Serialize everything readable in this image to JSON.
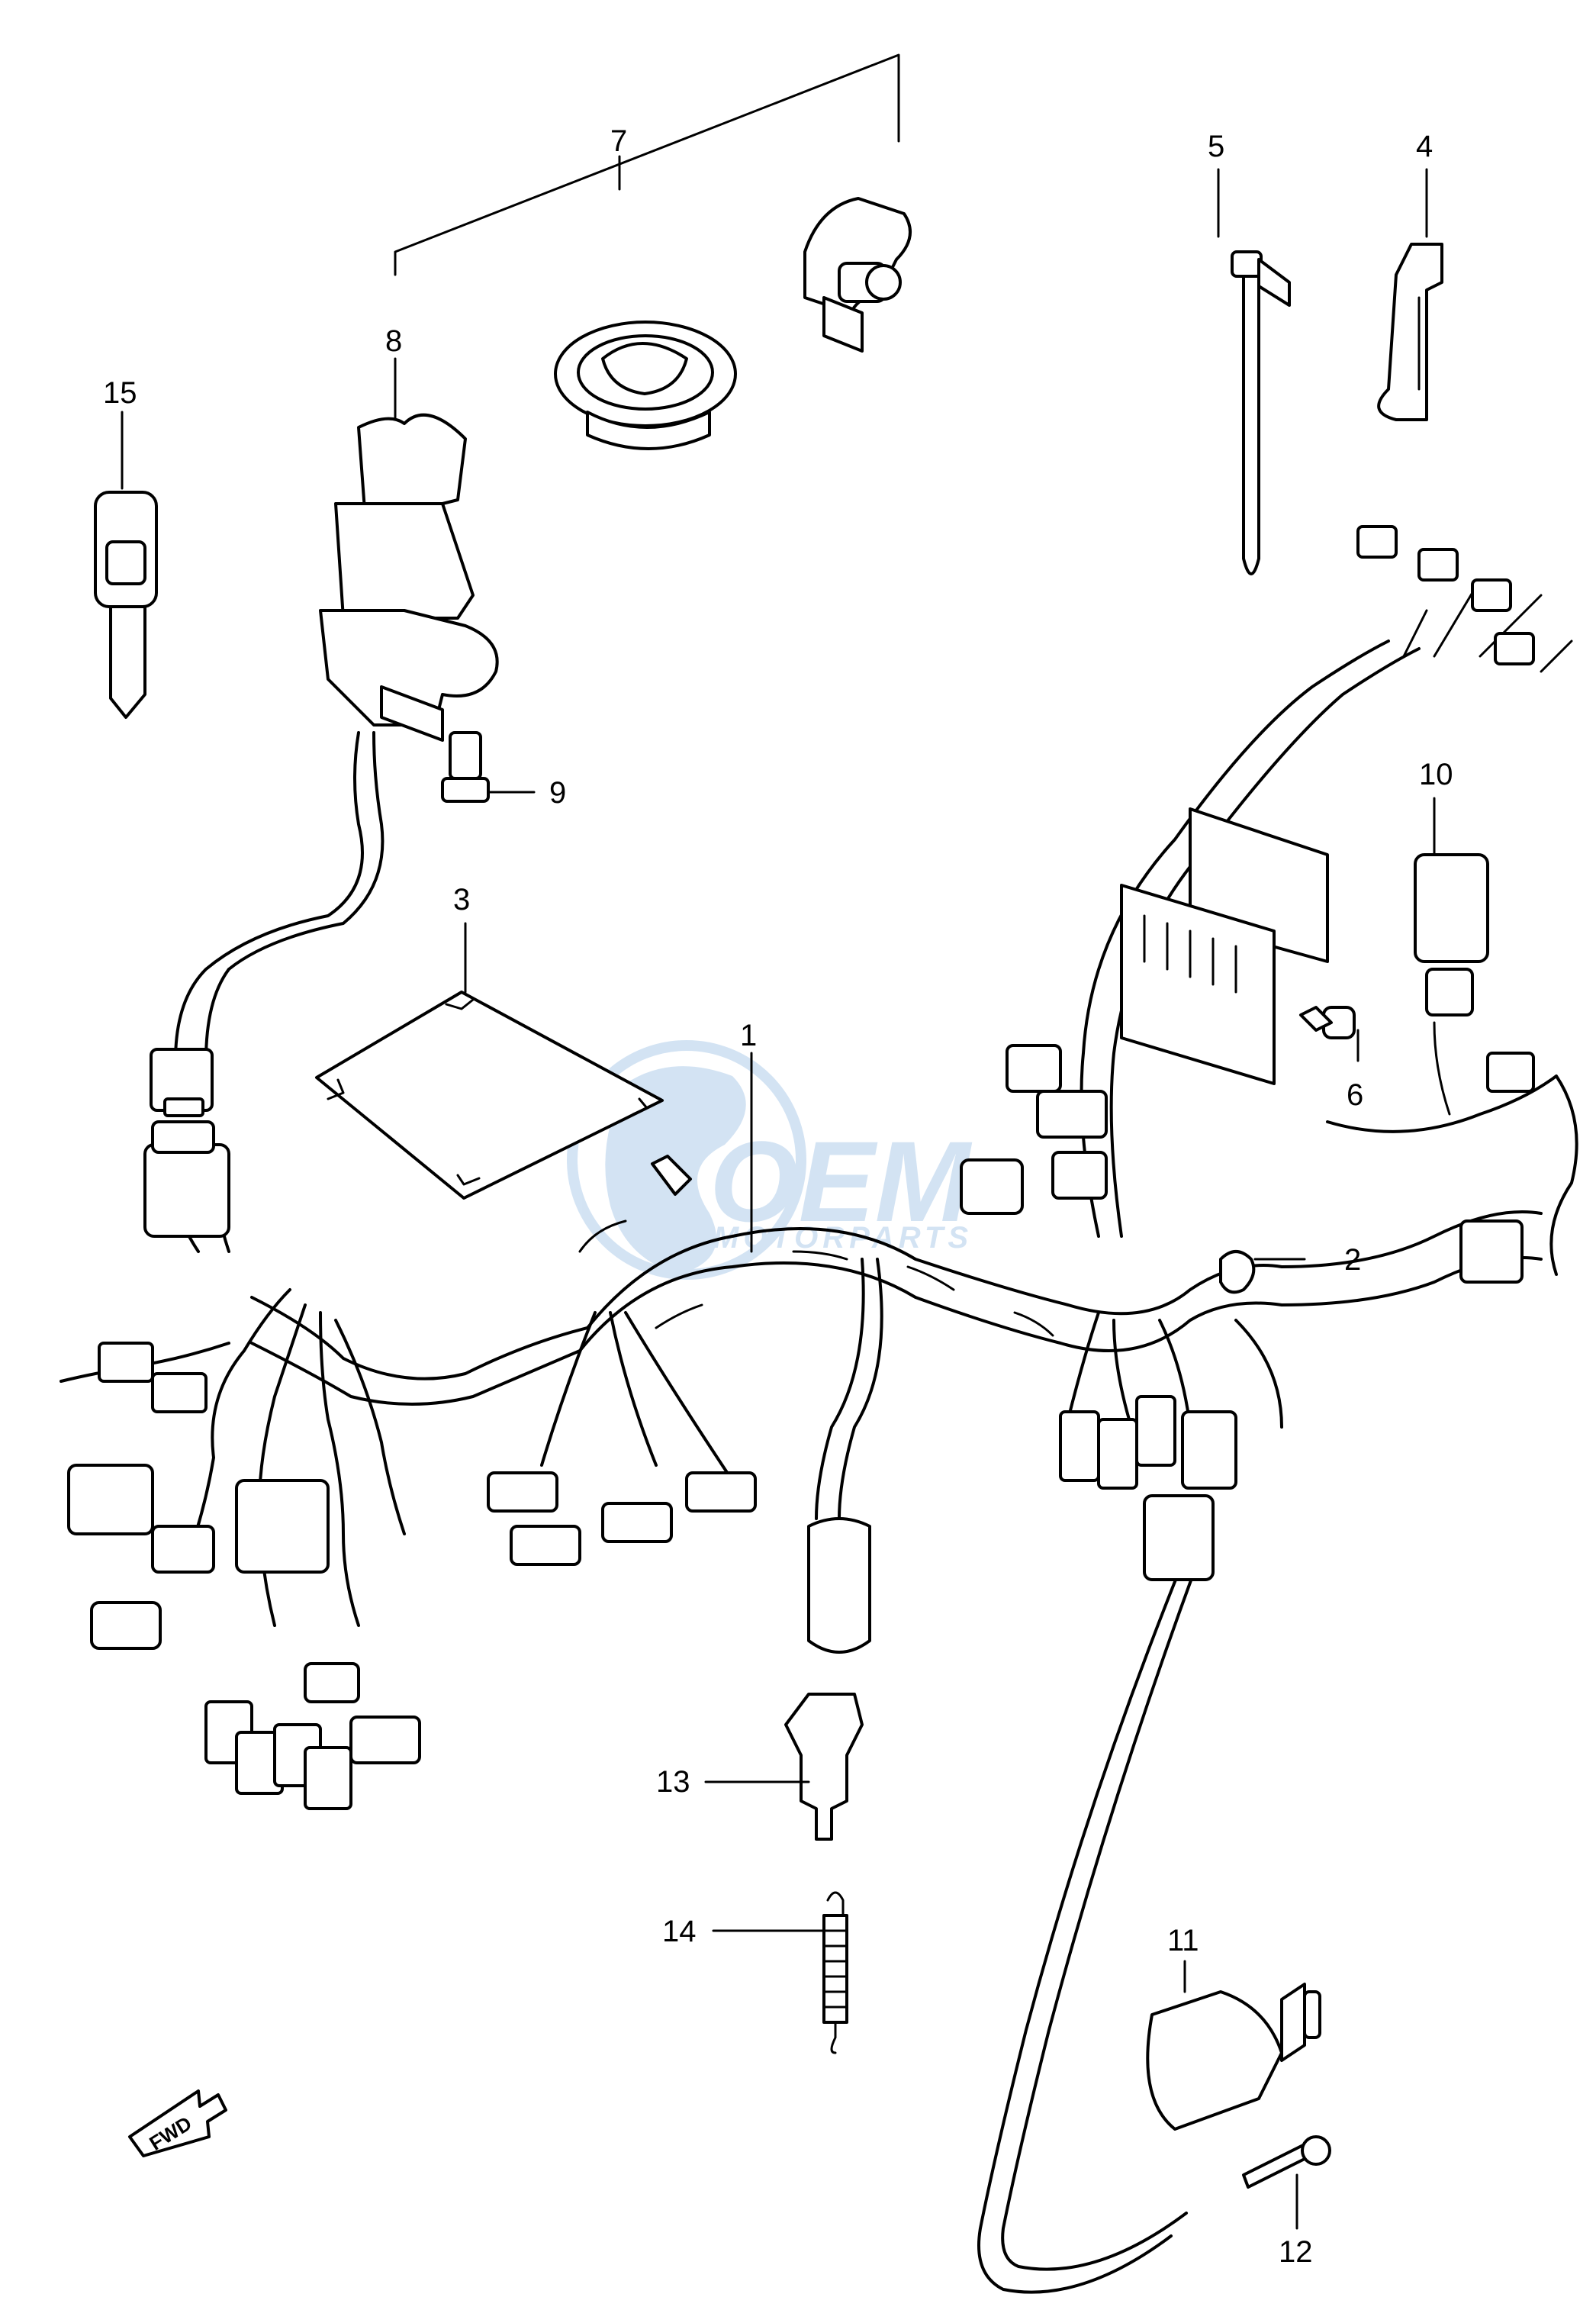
{
  "diagram": {
    "callouts": [
      {
        "id": "1",
        "label": "1"
      },
      {
        "id": "2",
        "label": "2"
      },
      {
        "id": "3",
        "label": "3"
      },
      {
        "id": "4",
        "label": "4"
      },
      {
        "id": "5",
        "label": "5"
      },
      {
        "id": "6",
        "label": "6"
      },
      {
        "id": "7",
        "label": "7"
      },
      {
        "id": "8",
        "label": "8"
      },
      {
        "id": "9",
        "label": "9"
      },
      {
        "id": "10",
        "label": "10"
      },
      {
        "id": "11",
        "label": "11"
      },
      {
        "id": "12",
        "label": "12"
      },
      {
        "id": "13",
        "label": "13"
      },
      {
        "id": "14",
        "label": "14"
      },
      {
        "id": "15",
        "label": "15"
      }
    ],
    "fwd_label": "FWD",
    "watermark": {
      "brand": "OEM",
      "tagline": "MOTORPARTS",
      "color": "#9fc3e6"
    }
  }
}
